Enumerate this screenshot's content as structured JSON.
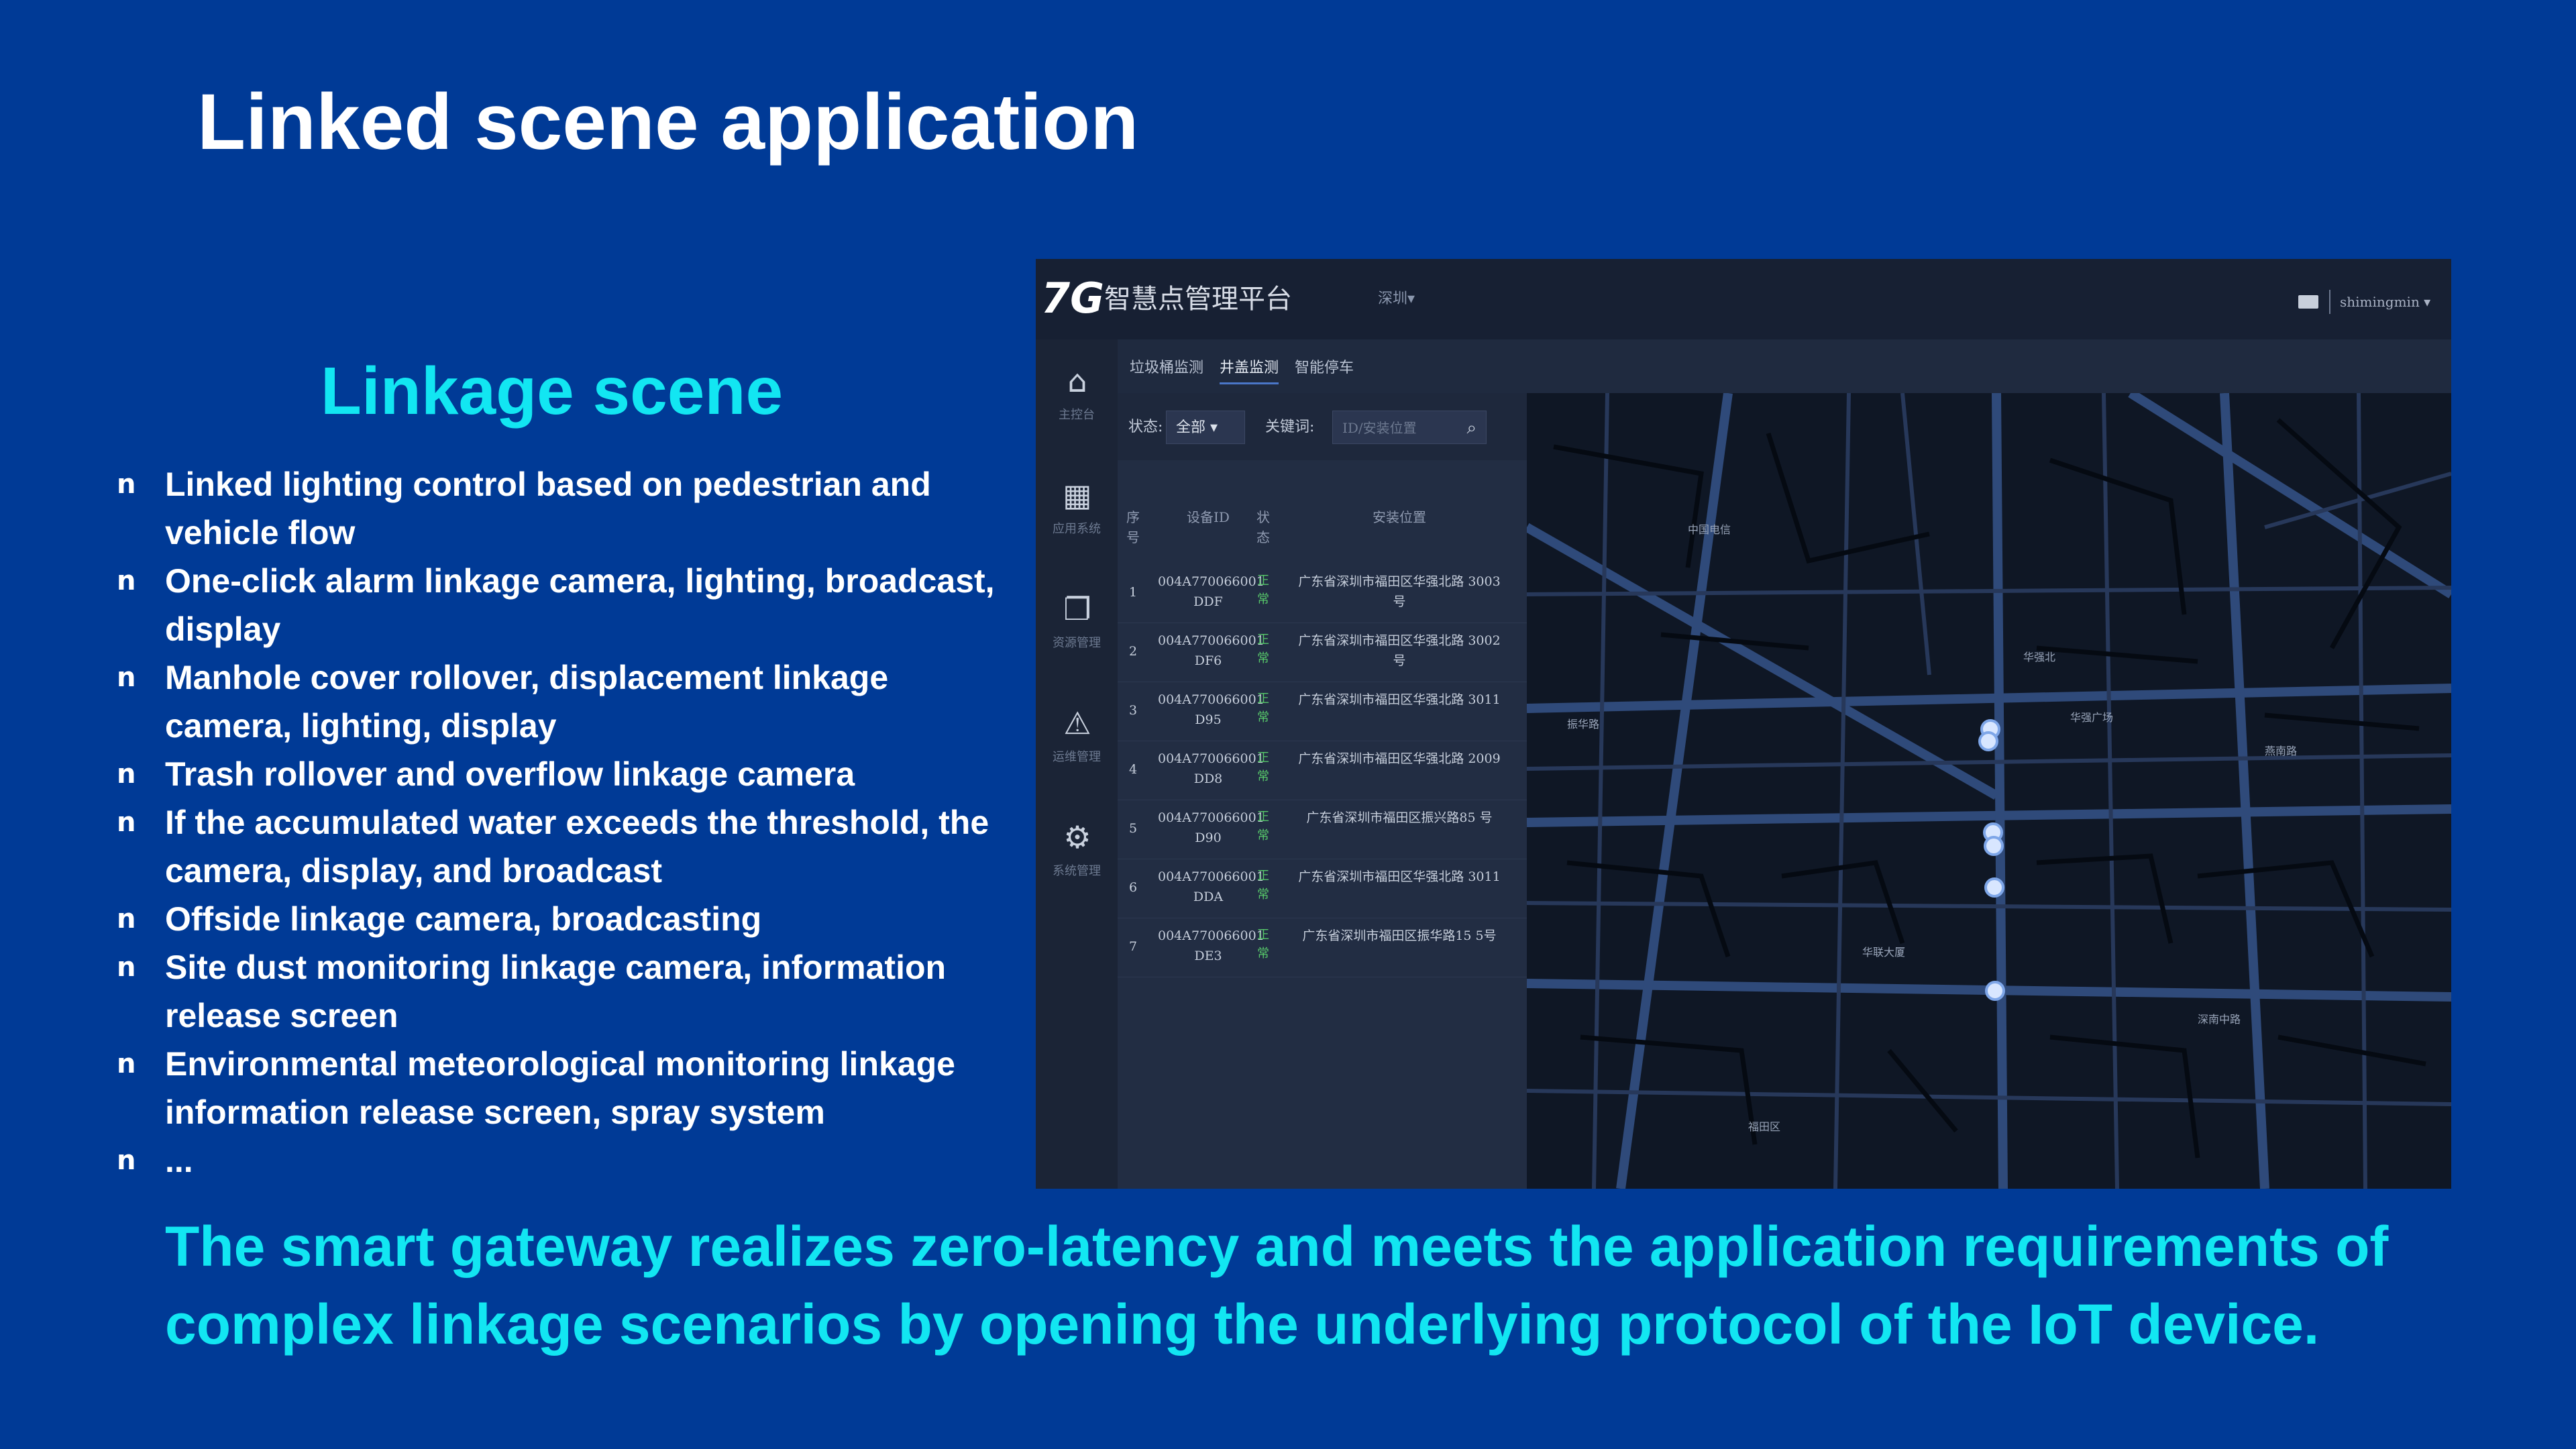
{
  "slide": {
    "title": "Linked scene application",
    "subtitle": "Linkage scene",
    "bullet_mark": "n",
    "bullets": [
      "Linked lighting control based on pedestrian and vehicle flow",
      "One-click alarm linkage camera, lighting, broadcast, display",
      "Manhole cover rollover, displacement linkage camera, lighting, display",
      "Trash rollover and overflow linkage camera",
      "If the accumulated water exceeds the threshold, the camera, display, and broadcast",
      "Offside linkage camera, broadcasting",
      "Site dust monitoring linkage camera, information release screen",
      "Environmental meteorological monitoring linkage information release screen, spray system",
      "..."
    ],
    "footer": "The smart gateway realizes zero-latency and meets the application requirements of complex linkage scenarios by opening the underlying protocol of the IoT device."
  },
  "screenshot": {
    "logo": "7G",
    "app_name": "智慧点管理平台",
    "city": "深圳▾",
    "user": "shimingmin ▾",
    "sidebar": [
      {
        "icon": "home-icon",
        "glyph": "⌂",
        "label": "主控台"
      },
      {
        "icon": "apps-icon",
        "glyph": "▦",
        "label": "应用系统"
      },
      {
        "icon": "copy-icon",
        "glyph": "❐",
        "label": "资源管理"
      },
      {
        "icon": "warning-icon",
        "glyph": "⚠",
        "label": "运维管理"
      },
      {
        "icon": "gear-icon",
        "glyph": "⚙",
        "label": "系统管理"
      }
    ],
    "tabs": [
      "垃圾桶监测",
      "井盖监测",
      "智能停车"
    ],
    "filter": {
      "status_label": "状态:",
      "status_value": "全部 ▾",
      "keyword_label": "关键词:",
      "keyword_placeholder": "ID/安装位置"
    },
    "columns": [
      "序号",
      "设备ID",
      "状态",
      "安装位置"
    ],
    "rows": [
      {
        "no": "1",
        "id": "004A770066001 DDF",
        "status": "正常",
        "location": "广东省深圳市福田区华强北路 3003号"
      },
      {
        "no": "2",
        "id": "004A770066001 DF6",
        "status": "正常",
        "location": "广东省深圳市福田区华强北路 3002号"
      },
      {
        "no": "3",
        "id": "004A770066001 D95",
        "status": "正常",
        "location": "广东省深圳市福田区华强北路 3011"
      },
      {
        "no": "4",
        "id": "004A770066001 DD8",
        "status": "正常",
        "location": "广东省深圳市福田区华强北路 2009"
      },
      {
        "no": "5",
        "id": "004A770066001 D90",
        "status": "正常",
        "location": "广东省深圳市福田区振兴路85 号"
      },
      {
        "no": "6",
        "id": "004A770066001 DDA",
        "status": "正常",
        "location": "广东省深圳市福田区华强北路 3011"
      },
      {
        "no": "7",
        "id": "004A770066001 DE3",
        "status": "正常",
        "location": "广东省深圳市福田区振华路15 5号"
      }
    ],
    "map_labels": [
      "华强北",
      "华强广场",
      "中国电信",
      "华联大厦",
      "燕南路",
      "振华路",
      "深南中路",
      "福田区"
    ]
  },
  "colors": {
    "background": "#003a96",
    "accent": "#12e6f2",
    "status_ok": "#57c86a"
  }
}
